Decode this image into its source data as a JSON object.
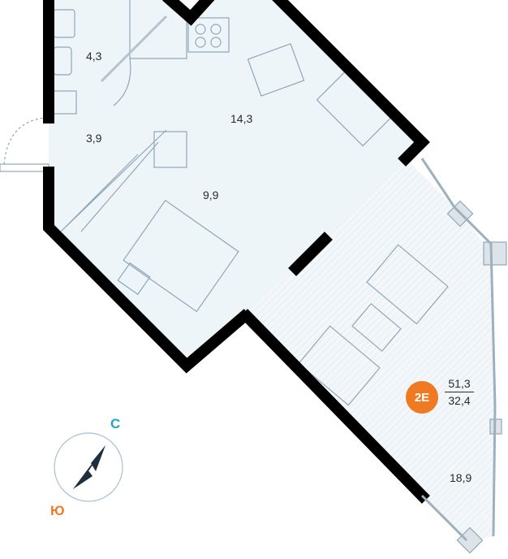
{
  "rooms": [
    {
      "id": "bathroom",
      "area": "4,3"
    },
    {
      "id": "hallway",
      "area": "3,9"
    },
    {
      "id": "kitchen-living",
      "area": "14,3"
    },
    {
      "id": "bedroom",
      "area": "9,9"
    },
    {
      "id": "terrace",
      "area": "18,9"
    }
  ],
  "apartment": {
    "type_badge": "2Е",
    "total_area": "51,3",
    "living_area": "32,4",
    "badge_color": "#f07a22"
  },
  "compass": {
    "north_label": "С",
    "south_label": "Ю",
    "north_color": "#1fa3d6",
    "south_color": "#f07a22"
  },
  "colors": {
    "floor": "#eef5f9",
    "wall": "#000000",
    "furniture_line": "#8fa6b8"
  }
}
